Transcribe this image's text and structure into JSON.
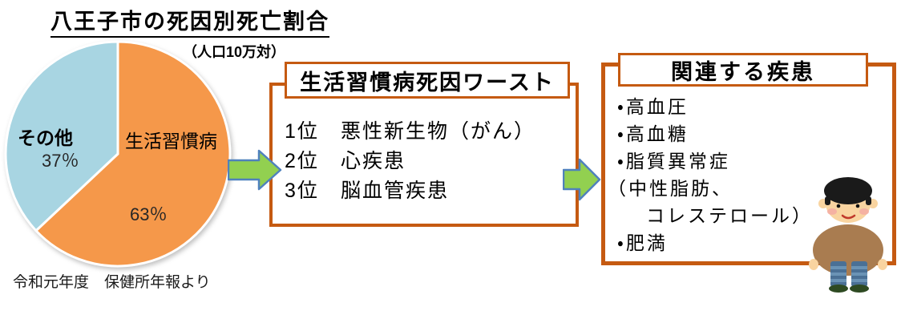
{
  "title": "八王子市の死因別死亡割合",
  "chart_data": {
    "type": "pie",
    "title": "八王子市の死因別死亡割合",
    "unit_note": "（人口10万対）",
    "source": "令和元年度　保健所年報より",
    "start_angle_deg": 0,
    "direction": "clockwise",
    "legend": "none",
    "slices": [
      {
        "label": "生活習慣病",
        "value": 63,
        "display": "63％",
        "color": "#F5984A"
      },
      {
        "label": "その他",
        "value": 37,
        "display": "37％",
        "color": "#A8D5E2"
      }
    ]
  },
  "worst_box": {
    "heading": "生活習慣病死因ワースト",
    "items": [
      {
        "rank": "1位",
        "cause": "悪性新生物（がん）"
      },
      {
        "rank": "2位",
        "cause": "心疾患"
      },
      {
        "rank": "3位",
        "cause": "脳血管疾患"
      }
    ]
  },
  "related_box": {
    "heading": "関連する疾患",
    "items": [
      {
        "text": "・高血圧"
      },
      {
        "text": "・高血糖"
      },
      {
        "text": "・脂質異常症"
      },
      {
        "text": "（中性脂肪、"
      },
      {
        "text": "　コレステロール）"
      },
      {
        "text": "・肥満"
      }
    ]
  },
  "colors": {
    "box_border": "#C55A11",
    "arrow_fill": "#92D050",
    "arrow_stroke": "#4F81BD",
    "pie_lifestyle": "#F5984A",
    "pie_other": "#A8D5E2",
    "title_underline": "#000000"
  },
  "illustration": {
    "name": "obese-person-illustration"
  }
}
